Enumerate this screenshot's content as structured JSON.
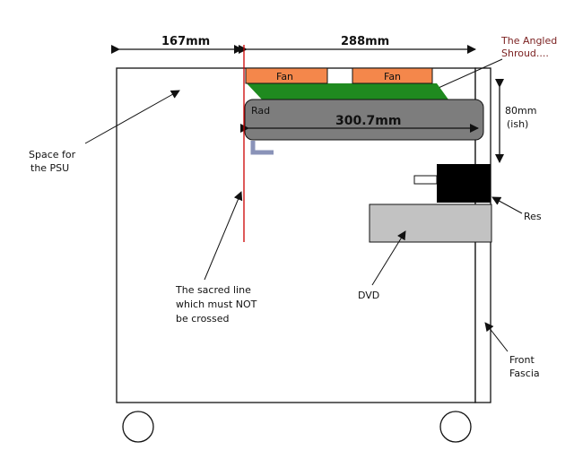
{
  "labels": {
    "width_psu": "167mm",
    "width_rad_zone": "288mm",
    "shroud_line1": "The Angled",
    "shroud_line2": "Shroud....",
    "fan_1": "Fan",
    "fan_2": "Fan",
    "rad": "Rad",
    "rad_length": "300.7mm",
    "height_line1": "80mm",
    "height_line2": "(ish)",
    "psu_line1": "Space for",
    "psu_line2": "the PSU",
    "res": "Res",
    "dvd": "DVD",
    "sacred_line1": "The sacred line",
    "sacred_line2": "which must NOT",
    "sacred_line3": "be crossed",
    "fascia_line1": "Front",
    "fascia_line2": "Fascia"
  },
  "colors": {
    "fan": "#f4874b",
    "shroud": "#1f8a1f",
    "radiator": "#7d7d7d",
    "res": "#000000",
    "dvd": "#c2c2c2",
    "sacred_line": "#cc0000",
    "shroud_label": "#7a1f1f",
    "bracket": "#8a93b8"
  }
}
